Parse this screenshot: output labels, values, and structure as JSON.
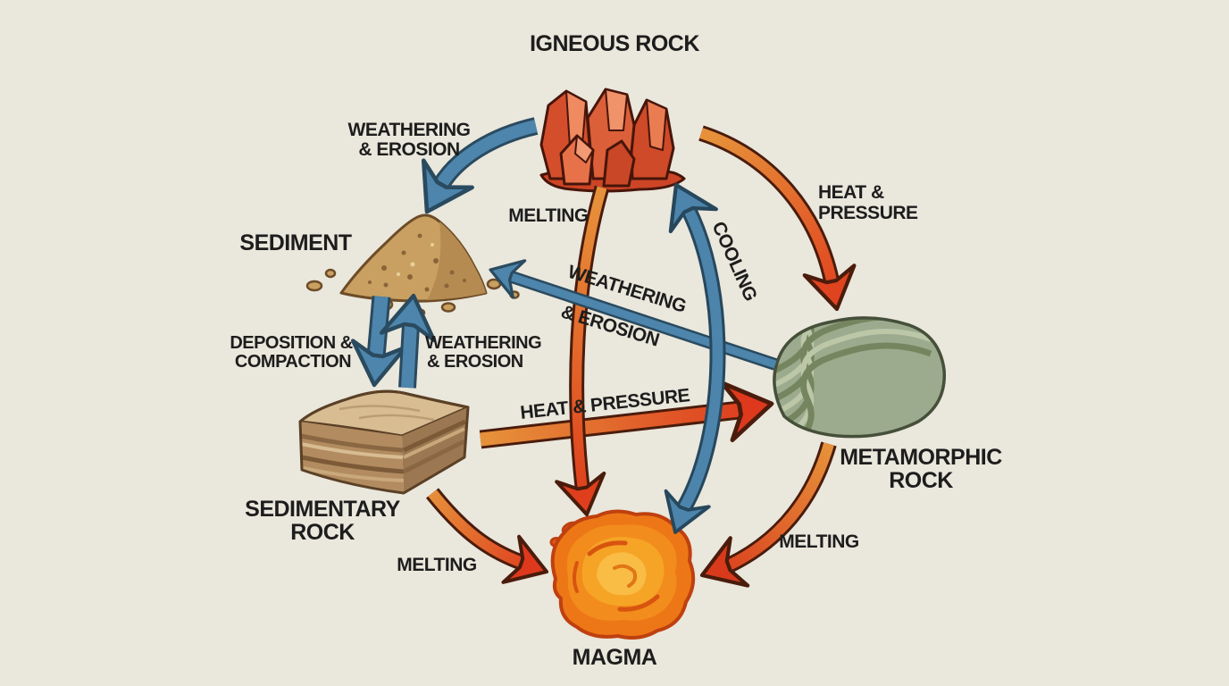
{
  "background_color": "#eae7dc",
  "colors": {
    "text": "#1d1d1d",
    "blue_arrow": "#4d85ac",
    "orange_arrow_start": "#e6913a",
    "red_arrow_end": "#df3f1c",
    "igneous_rock": "#d65333",
    "sediment": "#c9a061",
    "sedimentary_rock": "#b28c60",
    "metamorphic_rock": "#9cab8d",
    "magma": "#f08a18"
  },
  "nodes": {
    "igneous": {
      "label": "IGNEOUS ROCK"
    },
    "sediment": {
      "label": "SEDIMENT"
    },
    "sedimentary": {
      "line1": "SEDIMENTARY",
      "line2": "ROCK"
    },
    "metamorphic": {
      "line1": "METAMORPHIC",
      "line2": "ROCK"
    },
    "magma": {
      "label": "MAGMA"
    }
  },
  "processes": {
    "weathering_top": {
      "line1": "WEATHERING",
      "line2": "& EROSION",
      "from": "igneous",
      "to": "sediment"
    },
    "melting_center": {
      "label": "MELTING",
      "from": "igneous",
      "to": "magma"
    },
    "cooling": {
      "label": "COOLING",
      "from": "magma",
      "to": "igneous"
    },
    "heat_pressure_right": {
      "line1": "HEAT &",
      "line2": "PRESSURE",
      "from": "igneous",
      "to": "metamorphic"
    },
    "weathering_diagonal": {
      "line1": "WEATHERING",
      "line2": "& EROSION",
      "from": "metamorphic",
      "to": "sediment"
    },
    "deposition": {
      "line1": "DEPOSITION &",
      "line2": "COMPACTION",
      "from": "sediment",
      "to": "sedimentary"
    },
    "weathering_small": {
      "line1": "WEATHERING",
      "line2": "& EROSION",
      "from": "sedimentary",
      "to": "sediment"
    },
    "heat_pressure_mid": {
      "label": "HEAT & PRESSURE",
      "from": "sedimentary",
      "to": "metamorphic"
    },
    "melting_left": {
      "label": "MELTING",
      "from": "sedimentary",
      "to": "magma"
    },
    "melting_right": {
      "label": "MELTING",
      "from": "metamorphic",
      "to": "magma"
    }
  }
}
